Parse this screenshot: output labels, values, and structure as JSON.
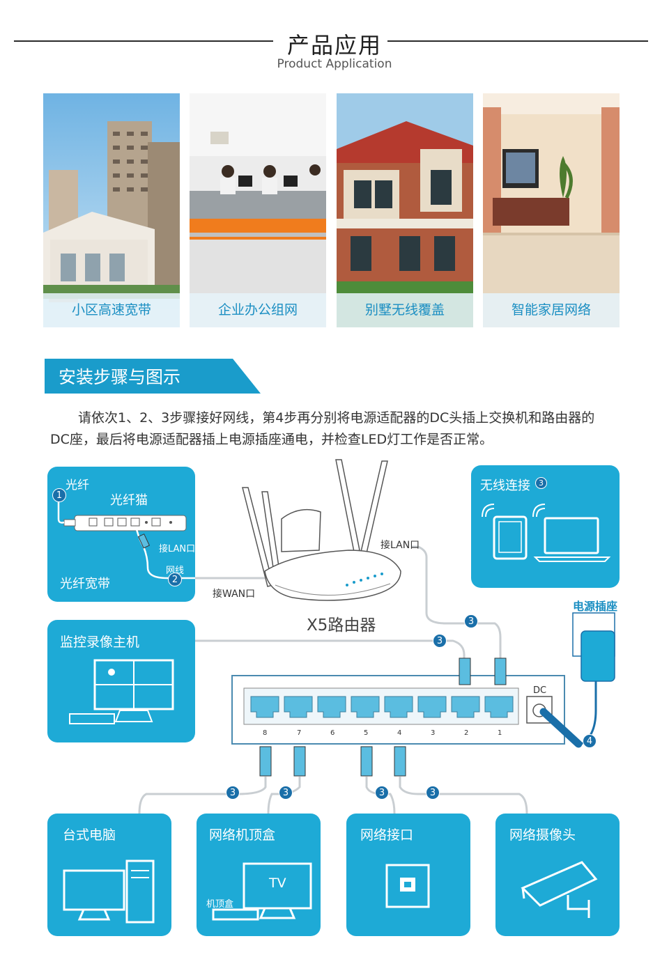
{
  "header": {
    "title": "产品应用",
    "subtitle": "Product Application"
  },
  "applications": [
    {
      "label": "小区高速宽带",
      "icon": "residential-buildings-photo"
    },
    {
      "label": "企业办公组网",
      "icon": "office-photo"
    },
    {
      "label": "别墅无线覆盖",
      "icon": "villa-photo"
    },
    {
      "label": "智能家居网络",
      "icon": "living-room-photo"
    }
  ],
  "install": {
    "title": "安装步骤与图示",
    "description_line1": "请依次1、2、3步骤接好网线，第4步再分别将电源适配器的DC头插上交换机和路由器的",
    "description_line2": "DC座，最后将电源适配器插上电源插座通电，并检查LED灯工作是否正常。"
  },
  "diagram": {
    "fiber": {
      "fiber_label": "光纤",
      "modem_label": "光纤猫",
      "lan_label": "接LAN口",
      "cable_label": "网线",
      "broadband_label": "光纤宽带",
      "step1": "1",
      "step2": "2"
    },
    "router": {
      "name": "X5路由器",
      "wan_label": "接WAN口",
      "lan_label": "接LAN口"
    },
    "wireless": {
      "title": "无线连接",
      "step": "3"
    },
    "nvr": {
      "title": "监控录像主机"
    },
    "power": {
      "label": "电源插座",
      "step": "4"
    },
    "switch": {
      "dc_label": "DC",
      "ports": [
        "8",
        "7",
        "6",
        "5",
        "4",
        "3",
        "2",
        "1"
      ]
    },
    "step3": "3",
    "devices": [
      {
        "title": "台式电脑"
      },
      {
        "title": "网络机顶盒",
        "tv_label": "TV",
        "stb_label": "机顶盒"
      },
      {
        "title": "网络接口"
      },
      {
        "title": "网络摄像头"
      }
    ]
  },
  "colors": {
    "accent": "#1eaad6",
    "badge": "#1a6fa9",
    "port": "#5bbde0"
  }
}
